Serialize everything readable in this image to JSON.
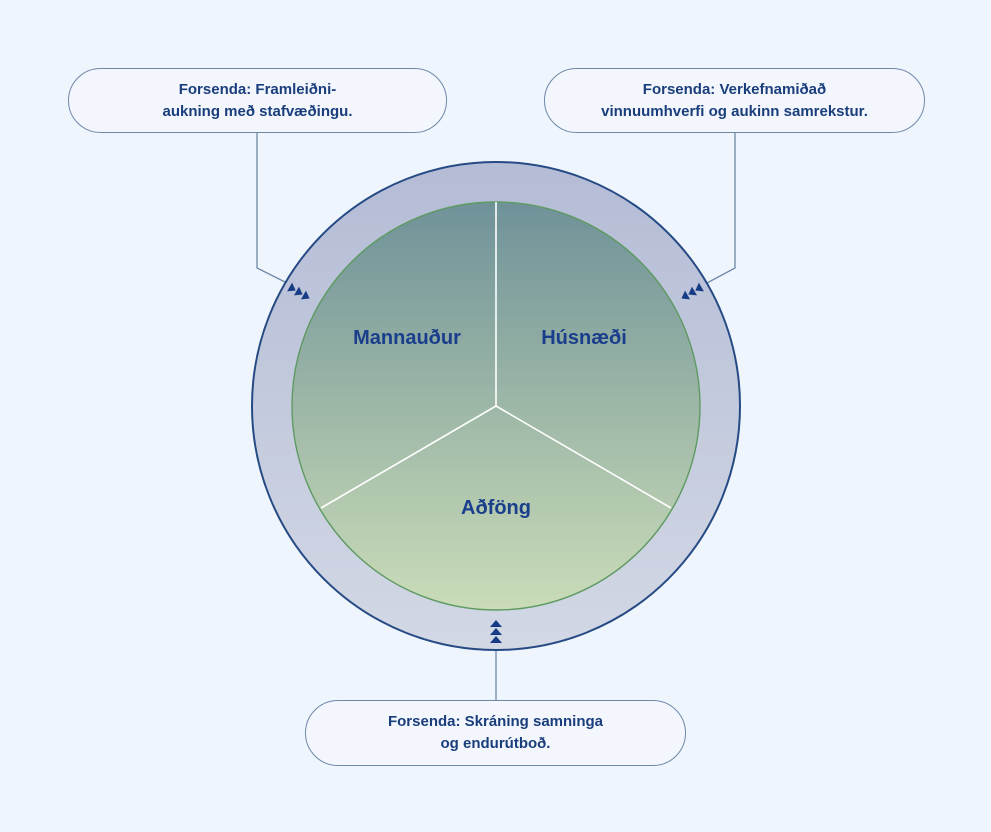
{
  "diagram": {
    "sectors": {
      "top_left": "Mannauður",
      "top_right": "Húsnæði",
      "bottom": "Aðföng"
    },
    "assumptions": {
      "left": [
        "Forsenda: Framleiðni-",
        "aukning með stafvæðingu."
      ],
      "right": [
        "Forsenda: Verkefnamiðað",
        "vinnuumhverfi og aukinn samrekstur."
      ],
      "bottom": [
        "Forsenda: Skráning samninga",
        "og endurútboð."
      ]
    },
    "colors": {
      "background": "#eff5fd",
      "ring": "#c3cadc",
      "ring_outline": "#264a84",
      "inner_top": "#6f9299",
      "inner_bottom": "#cadcb8",
      "text": "#1a3e8c"
    }
  }
}
